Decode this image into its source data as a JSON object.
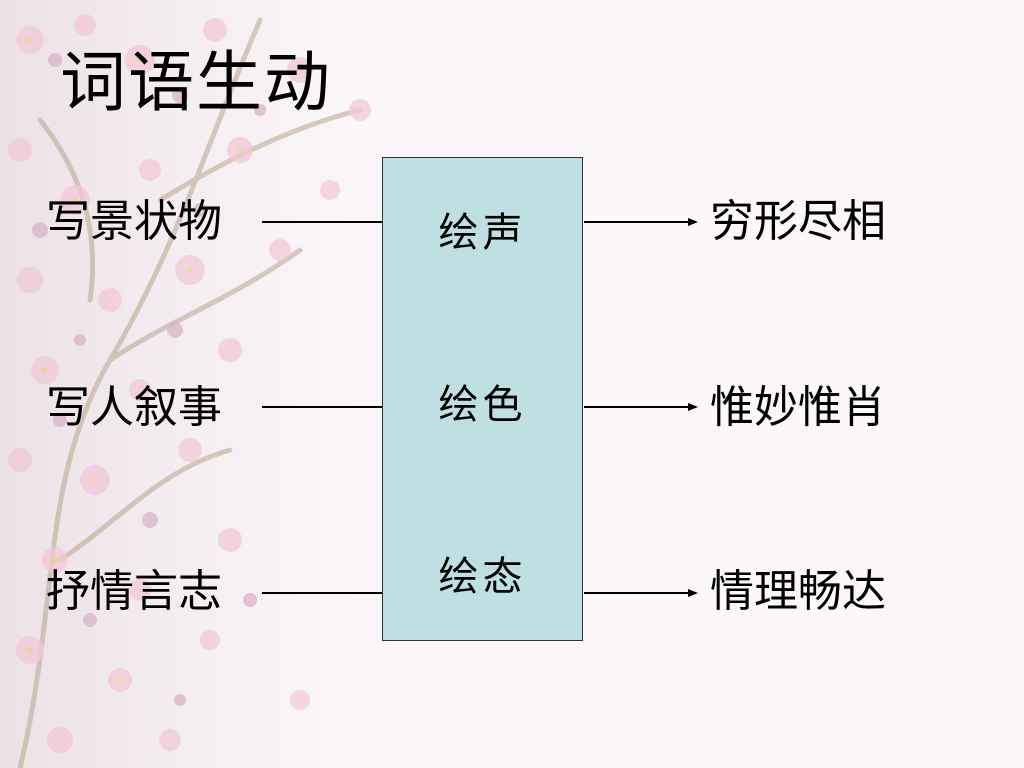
{
  "slide": {
    "title": "词语生动"
  },
  "diagram": {
    "left_labels": [
      "写景状物",
      "写人叙事",
      "抒情言志"
    ],
    "center_items": [
      "绘声",
      "绘色",
      "绘态"
    ],
    "right_labels": [
      "穷形尽相",
      "惟妙惟肖",
      "情理畅达"
    ]
  },
  "colors": {
    "background": "#fbf7fa",
    "box_fill": "#bfe0e3",
    "line": "#000000"
  }
}
